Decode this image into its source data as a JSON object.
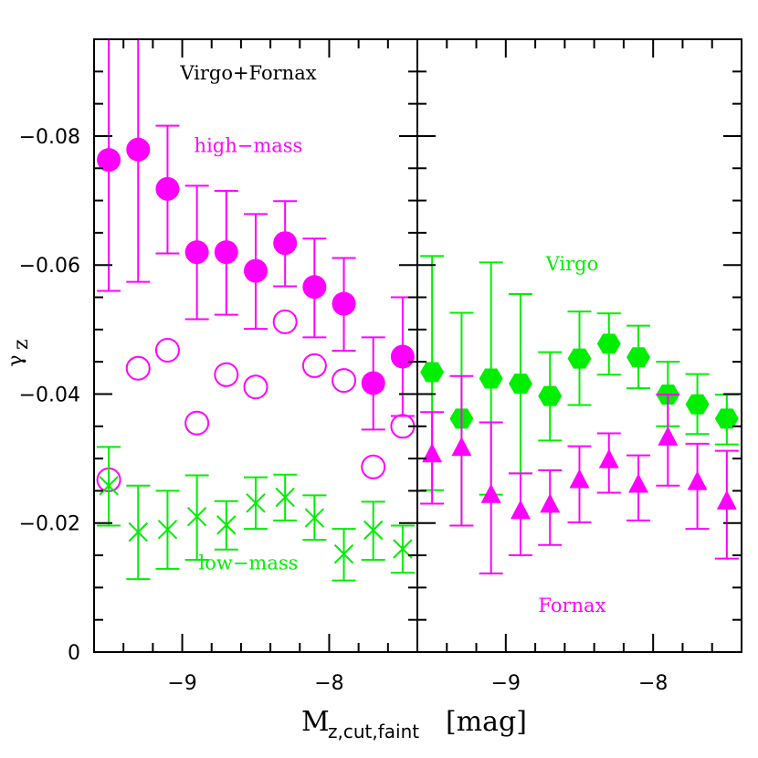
{
  "chart_data": {
    "type": "scatter",
    "layout": "two-panel, shared y-axis, inverted y (more negative upward)",
    "ylabel": "γ_z",
    "xlabel": "M_z,cut,faint [mag]",
    "xlabel_main": "M",
    "xlabel_sub": "z,cut,faint",
    "xlabel_unit": "[mag]",
    "ylim": [
      0,
      -0.095
    ],
    "yticks": [
      0,
      -0.02,
      -0.04,
      -0.06,
      -0.08
    ],
    "ytick_labels": [
      "0",
      "−0.02",
      "−0.04",
      "−0.06",
      "−0.08"
    ],
    "y_minor_step": 0.005,
    "xlim": [
      -9.6,
      -7.4
    ],
    "xticks": [
      -9,
      -8
    ],
    "xtick_labels": [
      "−9",
      "−8"
    ],
    "x_minor_step": 0.2,
    "colors": {
      "magenta": "#ff00ff",
      "green": "#00ee00",
      "axis": "#000000"
    },
    "panels": [
      {
        "name": "Virgo+Fornax",
        "annotations": [
          {
            "text": "Virgo+Fornax",
            "color": "#000000",
            "x": -8.55,
            "y": -0.0888
          },
          {
            "text": "high−mass",
            "color": "#ff00ff",
            "x": -8.55,
            "y": -0.0775
          },
          {
            "text": "low−mass",
            "color": "#00ee00",
            "x": -8.55,
            "y": -0.0128
          }
        ],
        "series": [
          {
            "name": "high-mass (filled circles)",
            "marker": "filled-circle",
            "color": "#ff00ff",
            "x": [
              -9.5,
              -9.3,
              -9.1,
              -8.9,
              -8.7,
              -8.5,
              -8.3,
              -8.1,
              -7.9,
              -7.7,
              -7.5
            ],
            "y": [
              -0.0763,
              -0.0779,
              -0.0718,
              -0.062,
              -0.062,
              -0.0591,
              -0.0634,
              -0.0566,
              -0.054,
              -0.0417,
              -0.0458
            ],
            "err_hi": [
              -0.1,
              -0.1,
              -0.0816,
              -0.0723,
              -0.0715,
              -0.0679,
              -0.0699,
              -0.0641,
              -0.0611,
              -0.0488,
              -0.055
            ],
            "err_lo": [
              -0.056,
              -0.0574,
              -0.0618,
              -0.0516,
              -0.0523,
              -0.0501,
              -0.0567,
              -0.0488,
              -0.0467,
              -0.0345,
              -0.0366
            ]
          },
          {
            "name": "high-mass (open circles)",
            "marker": "open-circle",
            "color": "#ff00ff",
            "x": [
              -9.5,
              -9.3,
              -9.1,
              -8.9,
              -8.7,
              -8.5,
              -8.3,
              -8.1,
              -7.9,
              -7.7,
              -7.5
            ],
            "y": [
              -0.0267,
              -0.044,
              -0.0468,
              -0.0355,
              -0.043,
              -0.0411,
              -0.0512,
              -0.0444,
              -0.0421,
              -0.0287,
              -0.035
            ]
          },
          {
            "name": "low-mass",
            "marker": "cross",
            "color": "#00ee00",
            "x": [
              -9.5,
              -9.3,
              -9.1,
              -8.9,
              -8.7,
              -8.5,
              -8.3,
              -8.1,
              -7.9,
              -7.7,
              -7.5
            ],
            "y": [
              -0.0258,
              -0.0186,
              -0.019,
              -0.021,
              -0.0197,
              -0.0231,
              -0.024,
              -0.0208,
              -0.0152,
              -0.0189,
              -0.016
            ],
            "err_hi": [
              -0.0318,
              -0.0258,
              -0.025,
              -0.0274,
              -0.0234,
              -0.0271,
              -0.0275,
              -0.0243,
              -0.0191,
              -0.0233,
              -0.0196
            ],
            "err_lo": [
              -0.0196,
              -0.0113,
              -0.0129,
              -0.0143,
              -0.0159,
              -0.0191,
              -0.0204,
              -0.0174,
              -0.0111,
              -0.0143,
              -0.0123
            ]
          }
        ]
      },
      {
        "name": "Virgo / Fornax",
        "annotations": [
          {
            "text": "Virgo",
            "color": "#00ee00",
            "x": -8.55,
            "y": -0.0592
          },
          {
            "text": "Fornax",
            "color": "#ff00ff",
            "x": -8.55,
            "y": -0.0062
          }
        ],
        "series": [
          {
            "name": "Virgo",
            "marker": "hexagon",
            "color": "#00ee00",
            "x": [
              -9.5,
              -9.3,
              -9.1,
              -8.9,
              -8.7,
              -8.5,
              -8.3,
              -8.1,
              -7.9,
              -7.7,
              -7.5
            ],
            "y": [
              -0.0434,
              -0.0362,
              -0.0424,
              -0.0416,
              -0.0397,
              -0.0455,
              -0.0478,
              -0.0457,
              -0.0399,
              -0.0384,
              -0.0362
            ],
            "err_hi": [
              -0.0614,
              -0.0526,
              -0.0604,
              -0.0555,
              -0.0465,
              -0.0528,
              -0.0525,
              -0.0506,
              -0.045,
              -0.0431,
              -0.0399
            ],
            "err_lo": [
              -0.0251,
              -0.0196,
              -0.0244,
              -0.0277,
              -0.0328,
              -0.0383,
              -0.043,
              -0.0409,
              -0.035,
              -0.0338,
              -0.0322
            ]
          },
          {
            "name": "Fornax",
            "marker": "triangle",
            "color": "#ff00ff",
            "x": [
              -9.5,
              -9.3,
              -9.1,
              -8.9,
              -8.7,
              -8.5,
              -8.3,
              -8.1,
              -7.9,
              -7.7,
              -7.5
            ],
            "y": [
              -0.0304,
              -0.0314,
              -0.0241,
              -0.0216,
              -0.0226,
              -0.0264,
              -0.0295,
              -0.0257,
              -0.033,
              -0.0261,
              -0.0231
            ],
            "err_hi": [
              -0.0372,
              -0.0428,
              -0.0356,
              -0.0277,
              -0.0282,
              -0.0319,
              -0.0339,
              -0.0305,
              -0.0399,
              -0.0323,
              -0.0312
            ],
            "err_lo": [
              -0.023,
              -0.0196,
              -0.0122,
              -0.015,
              -0.0166,
              -0.0201,
              -0.0247,
              -0.0204,
              -0.0258,
              -0.0191,
              -0.0145
            ]
          }
        ]
      }
    ],
    "grid": false,
    "legend": "none (inline text annotations)"
  }
}
